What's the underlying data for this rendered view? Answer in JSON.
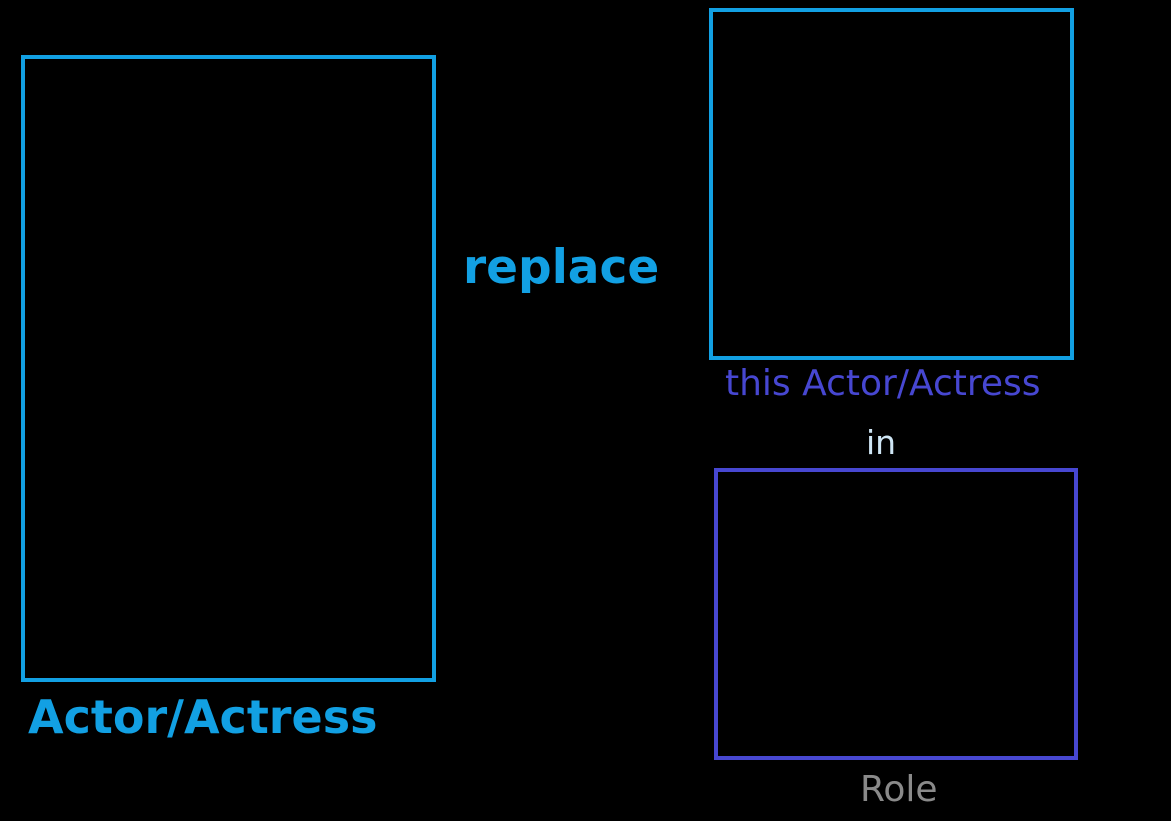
{
  "labels": {
    "main_frame": "Actor/Actress",
    "verb": "replace",
    "replacement_frame": "this Actor/Actress",
    "connector": "in",
    "role_frame": "Role"
  },
  "colors": {
    "background": "#000000",
    "primary_blue": "#12a0e3",
    "indigo": "#4747d1",
    "connector_text": "#cfe6f5",
    "role_text": "#8a8a8a"
  }
}
